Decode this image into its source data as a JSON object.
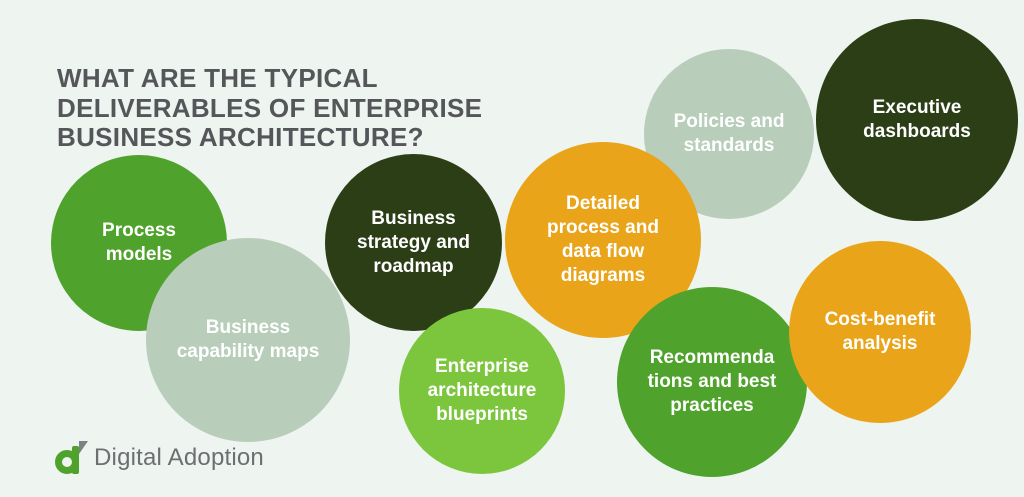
{
  "page": {
    "background_color": "#eef4ef"
  },
  "title": {
    "text": "WHAT ARE THE TYPICAL\nDELIVERABLES OF ENTERPRISE\nBUSINESS ARCHITECTURE?",
    "color": "#545659"
  },
  "palette": {
    "green": "#4fa22b",
    "light_green": "#7cc63e",
    "dark_green": "#2c3e16",
    "sage": "#b8cdba",
    "orange": "#e9a41a",
    "bubble_text": "#ffffff"
  },
  "bubbles": [
    {
      "id": "process-models",
      "label": "Process\nmodels",
      "color": "green"
    },
    {
      "id": "business-strategy-roadmap",
      "label": "Business\nstrategy and\nroadmap",
      "color": "dark_green"
    },
    {
      "id": "policies-standards",
      "label": "Policies and\nstandards",
      "color": "sage"
    },
    {
      "id": "executive-dashboards",
      "label": "Executive\ndashboards",
      "color": "dark_green"
    },
    {
      "id": "business-capability-maps",
      "label": "Business\ncapability maps",
      "color": "sage"
    },
    {
      "id": "detailed-process-data-flow-diagrams",
      "label": "Detailed\nprocess and\ndata flow\ndiagrams",
      "color": "orange"
    },
    {
      "id": "enterprise-architecture-blueprints",
      "label": "Enterprise\narchitecture\nblueprints",
      "color": "light_green"
    },
    {
      "id": "recommendations-best-practices",
      "label": "Recommenda\ntions and best\npractices",
      "color": "green"
    },
    {
      "id": "cost-benefit-analysis",
      "label": "Cost-benefit\nanalysis",
      "color": "orange"
    }
  ],
  "footer": {
    "logo_text": "Digital Adoption"
  }
}
